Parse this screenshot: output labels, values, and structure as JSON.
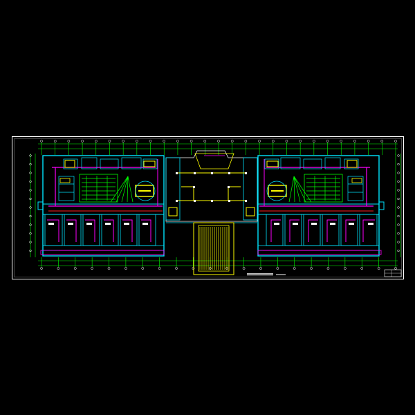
{
  "drawing": {
    "kind": "CAD floor plan (MEP / HVAC layout)",
    "background": "#000000",
    "frame_color": "#ffffff",
    "layer_colors": {
      "walls": "#00e5ff",
      "axis_grid": "#00ff00",
      "pipes": "#ff00ff",
      "equipment": "#ffff00",
      "red_lines": "#ff2020",
      "text": "#ffffff"
    },
    "grid_marker_count_top": 27,
    "grid_marker_count_bottom": 22,
    "title_block_visible": true,
    "has_central_stair": true,
    "has_symmetric_wings": true
  }
}
